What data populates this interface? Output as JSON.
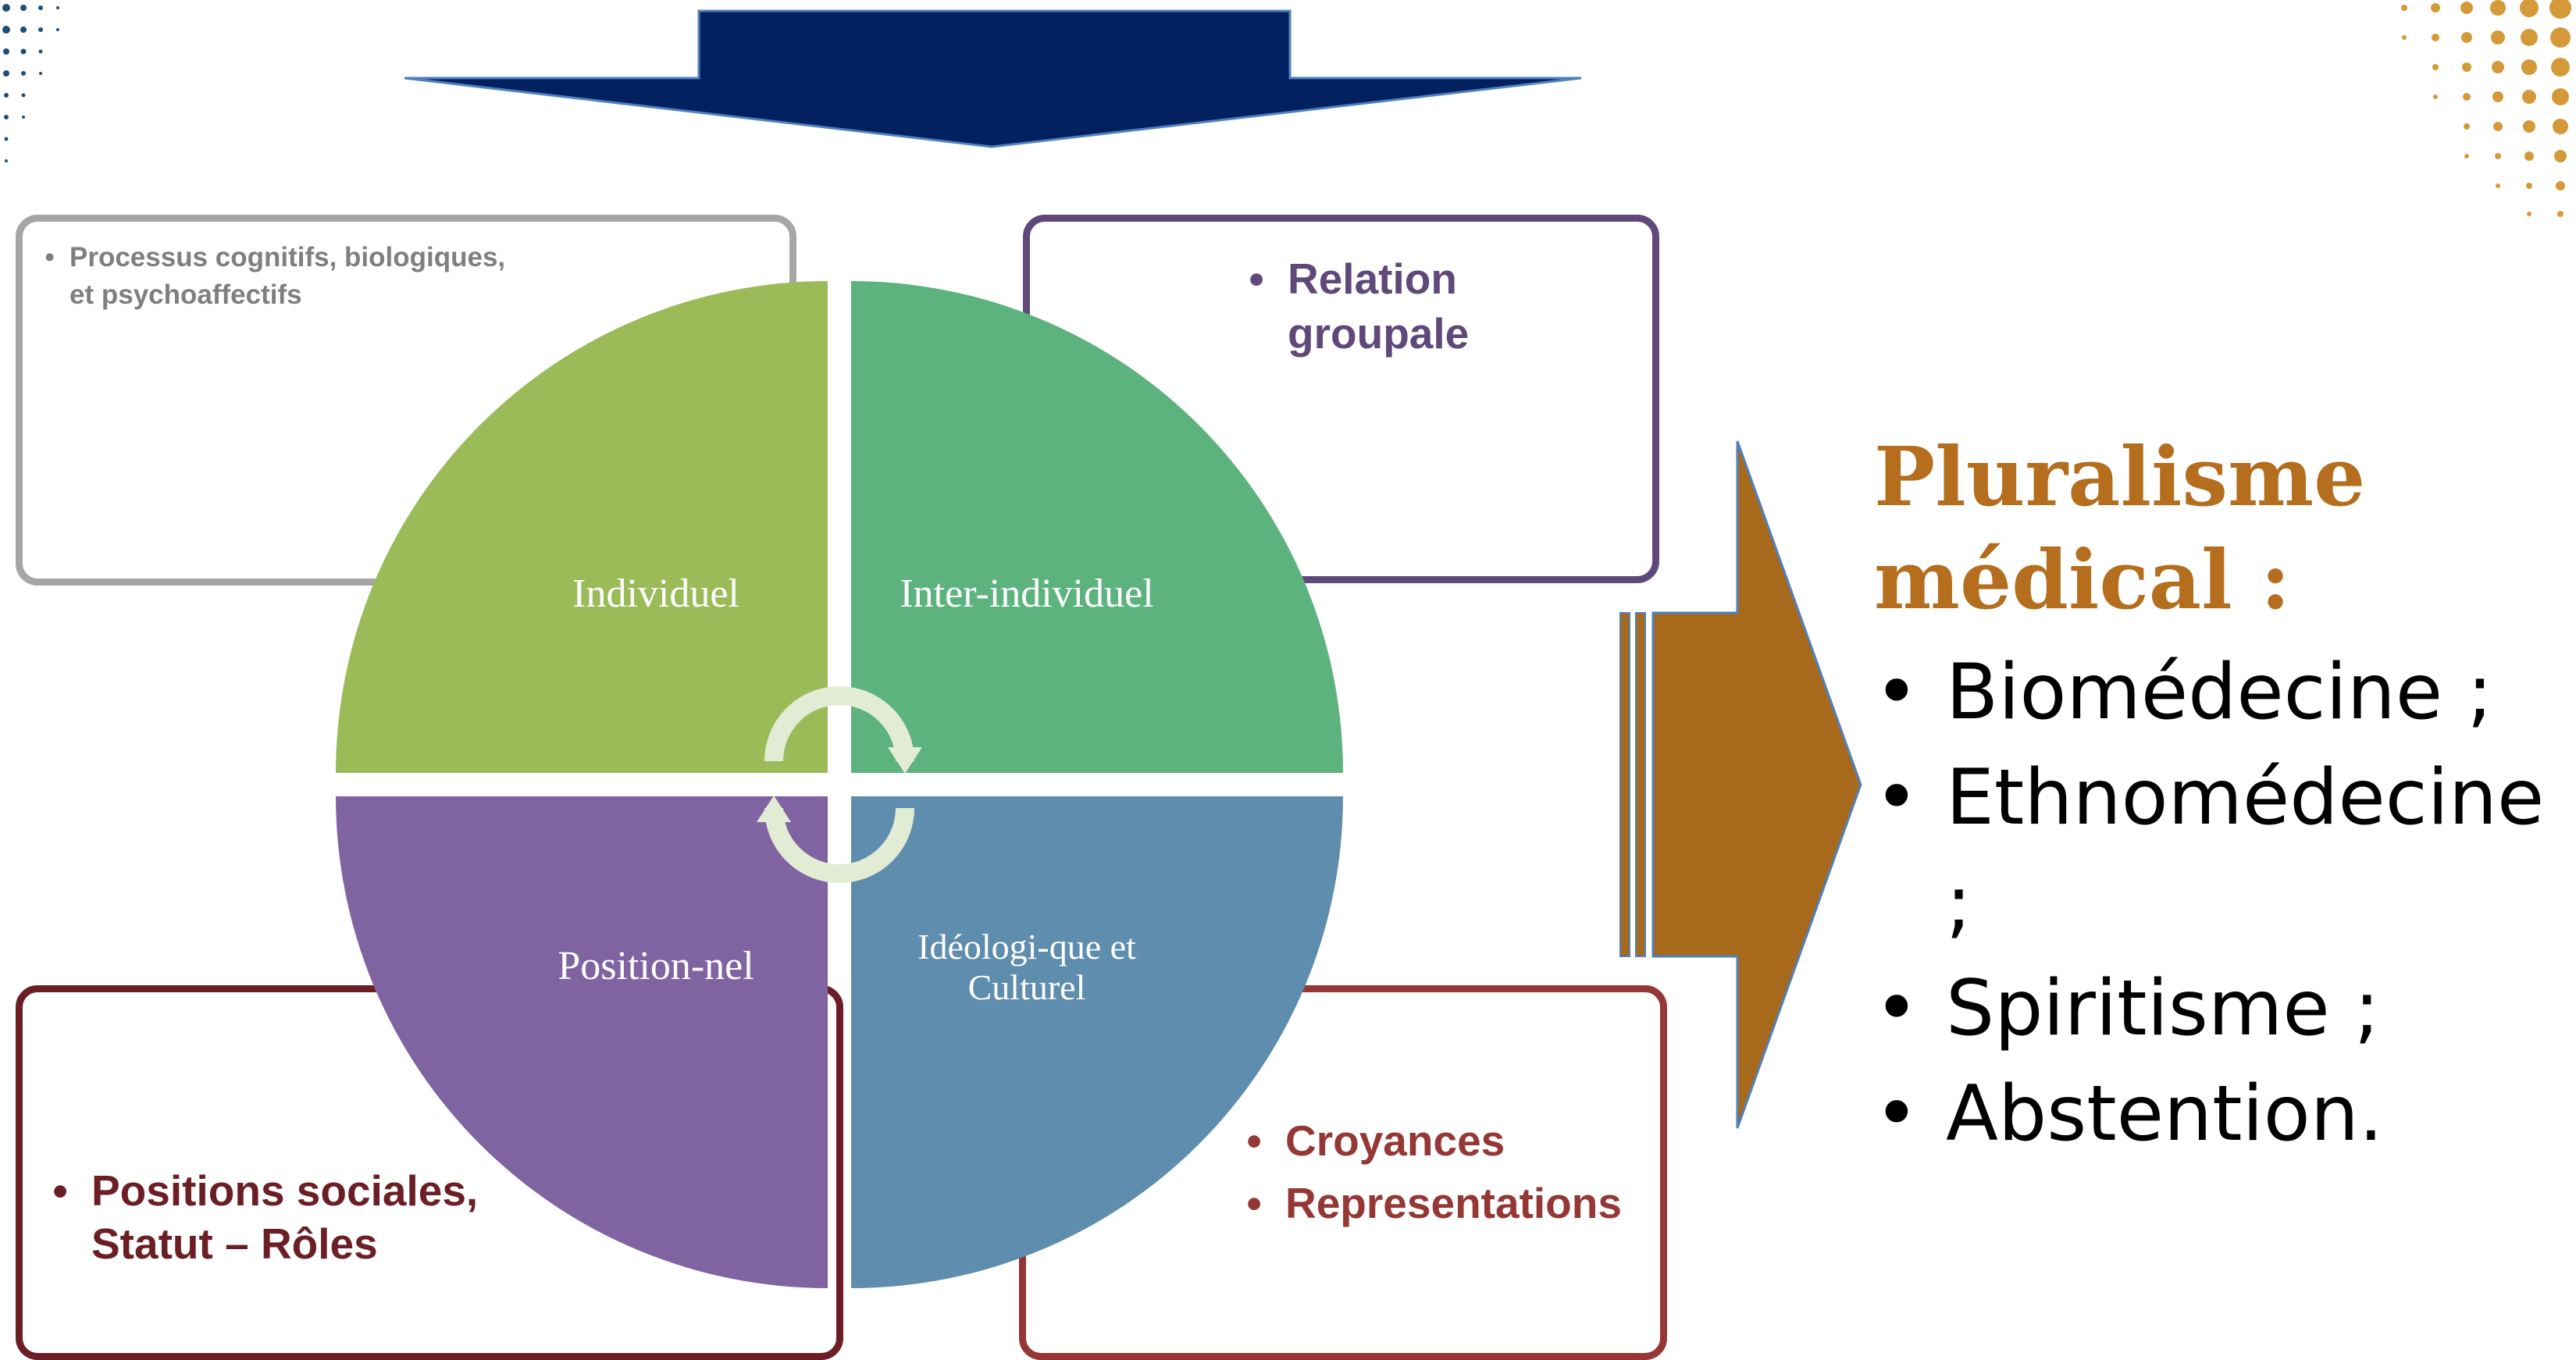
{
  "colors": {
    "top_arrow": "#002060",
    "right_arrow": "#a7691b",
    "title": "#b46e1d",
    "q_individuel": "#9bbb59",
    "q_inter": "#5db37e",
    "q_position": "#8064a2",
    "q_ideologique": "#5f8dad",
    "box_gray": "#a6a6a6",
    "box_purple": "#5f497a",
    "box_darkred": "#6b1f25",
    "box_red": "#953735"
  },
  "quadrants": {
    "individuel": "Individuel",
    "inter": "Inter-individuel",
    "position": "Position-nel",
    "ideologique_line1": "Idéologi-que et",
    "ideologique_line2": "Culturel"
  },
  "boxes": {
    "top_left": {
      "items": [
        {
          "line1": "Processus  cognitifs, biologiques,",
          "line2": "et psychoaffectifs"
        }
      ]
    },
    "top_right": {
      "items": [
        {
          "line1": "Relation",
          "line2": "groupale"
        }
      ]
    },
    "bottom_left": {
      "items": [
        {
          "line1": "Positions sociales,",
          "line2": "Statut – Rôles"
        }
      ]
    },
    "bottom_right": {
      "items": [
        "Croyances",
        "Representations"
      ]
    }
  },
  "side_panel": {
    "title_line1": "Pluralisme",
    "title_line2": "médical :",
    "items": [
      "Biomédecine ;",
      "Ethnomédecine ;",
      "Spiritisme ;",
      "Abstention."
    ]
  }
}
